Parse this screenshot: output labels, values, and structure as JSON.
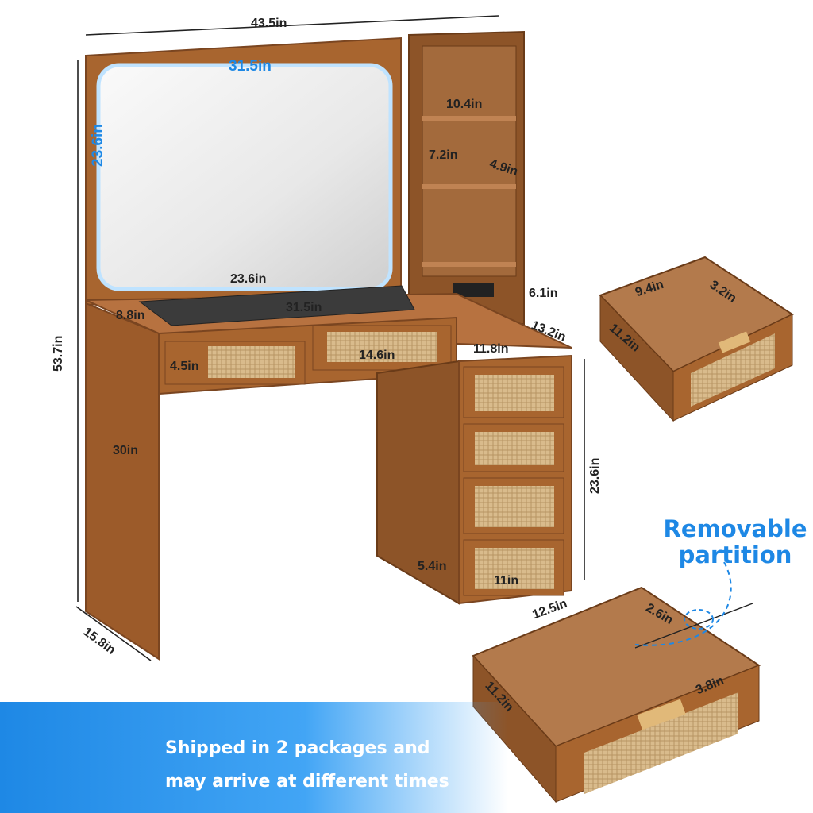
{
  "dimensions": {
    "total_width": "43.5in",
    "mirror_width": "31.5in",
    "mirror_height": "23.6in",
    "shelf_width": "10.4in",
    "shelf_height": "7.2in",
    "shelf_depth": "4.9in",
    "total_height": "53.7in",
    "tray_width": "23.6in",
    "tray_depth": "8.8in",
    "desk_width": "31.5in",
    "outlet_height": "6.1in",
    "cabinet_depth": "13.2in",
    "cabinet_width": "11.8in",
    "drawer_height": "4.5in",
    "drawer_width": "14.6in",
    "leg_height": "30in",
    "cabinet_height": "23.6in",
    "small_drawer_height": "5.4in",
    "small_drawer_width": "11in",
    "base_depth": "15.8in"
  },
  "drawer_top": {
    "width": "9.4in",
    "height": "3.2in",
    "depth": "11.2in"
  },
  "drawer_bottom": {
    "width": "12.5in",
    "partition_height": "2.6in",
    "partition_depth": "3.8in",
    "depth": "11.2in"
  },
  "callout": {
    "text": "Removable partition"
  },
  "banner": {
    "line1": "Shipped in 2 packages and",
    "line2": "may arrive at different times"
  },
  "colors": {
    "wood": "#a8652f",
    "wood_dark": "#7a4520",
    "rattan": "#d8b88a",
    "accent": "#1e88e5"
  }
}
